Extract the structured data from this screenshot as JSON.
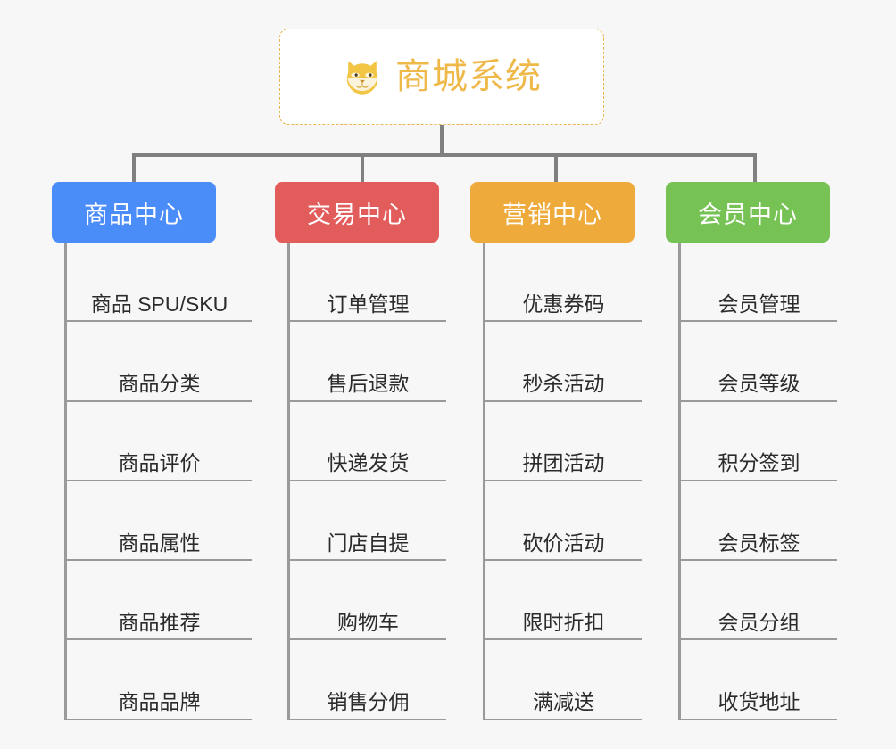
{
  "page": {
    "background_color": "#f7f7f7",
    "type": "mindmap"
  },
  "root": {
    "title": "商城系统",
    "icon": "shiba-dog-face-icon",
    "border_color": "#e8b349",
    "text_color": "#efb94a"
  },
  "connector_color": "#808080",
  "branches": [
    {
      "label": "商品中心",
      "color": "#4b8df8",
      "items": [
        "商品 SPU/SKU",
        "商品分类",
        "商品评价",
        "商品属性",
        "商品推荐",
        "商品品牌"
      ]
    },
    {
      "label": "交易中心",
      "color": "#e25c5c",
      "items": [
        "订单管理",
        "售后退款",
        "快递发货",
        "门店自提",
        "购物车",
        "销售分佣"
      ]
    },
    {
      "label": "营销中心",
      "color": "#eeab3c",
      "items": [
        "优惠券码",
        "秒杀活动",
        "拼团活动",
        "砍价活动",
        "限时折扣",
        "满减送"
      ]
    },
    {
      "label": "会员中心",
      "color": "#77c254",
      "items": [
        "会员管理",
        "会员等级",
        "积分签到",
        "会员标签",
        "会员分组",
        "收货地址"
      ]
    }
  ]
}
